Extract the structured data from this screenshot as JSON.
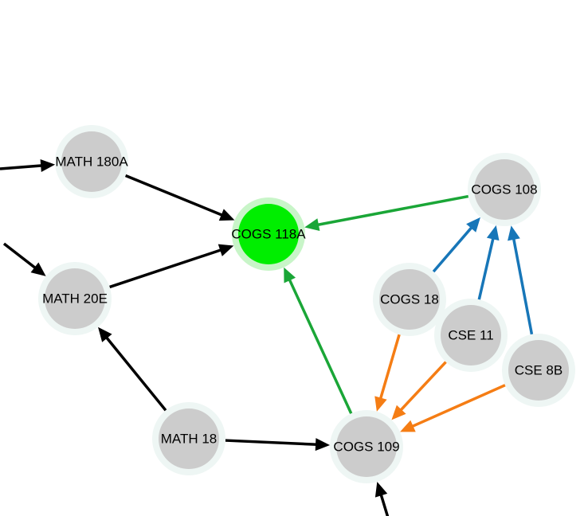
{
  "colors": {
    "default_edge": "#000000",
    "highlight_edge": "#1aa637",
    "blue_edge": "#1776b8",
    "orange_edge": "#f57d14",
    "node_fill": "#cccccc",
    "node_halo": "#eef6f4",
    "selected_fill": "#00ee00",
    "selected_halo": "#c8f5c8"
  },
  "nodes": [
    {
      "id": "math180a",
      "label": "MATH 180A",
      "selected": false
    },
    {
      "id": "cogs118a",
      "label": "COGS 118A",
      "selected": true
    },
    {
      "id": "math20e",
      "label": "MATH 20E",
      "selected": false
    },
    {
      "id": "cogs108",
      "label": "COGS 108",
      "selected": false
    },
    {
      "id": "cogs18",
      "label": "COGS 18",
      "selected": false
    },
    {
      "id": "cse11",
      "label": "CSE 11",
      "selected": false
    },
    {
      "id": "cse8b",
      "label": "CSE 8B",
      "selected": false
    },
    {
      "id": "math18",
      "label": "MATH 18",
      "selected": false
    },
    {
      "id": "cogs109",
      "label": "COGS 109",
      "selected": false
    }
  ],
  "edges": [
    {
      "from": "offscreen-left-top",
      "to": "math180a",
      "color": "default_edge"
    },
    {
      "from": "offscreen-left-mid",
      "to": "math20e",
      "color": "default_edge"
    },
    {
      "from": "math180a",
      "to": "cogs118a",
      "color": "default_edge"
    },
    {
      "from": "math20e",
      "to": "cogs118a",
      "color": "default_edge"
    },
    {
      "from": "cogs108",
      "to": "cogs118a",
      "color": "highlight_edge"
    },
    {
      "from": "cogs109",
      "to": "cogs118a",
      "color": "highlight_edge"
    },
    {
      "from": "math18",
      "to": "math20e",
      "color": "default_edge"
    },
    {
      "from": "math18",
      "to": "cogs109",
      "color": "default_edge"
    },
    {
      "from": "offscreen-bottom",
      "to": "cogs109",
      "color": "default_edge"
    },
    {
      "from": "cogs18",
      "to": "cogs108",
      "color": "blue_edge"
    },
    {
      "from": "cse11",
      "to": "cogs108",
      "color": "blue_edge"
    },
    {
      "from": "cse8b",
      "to": "cogs108",
      "color": "blue_edge"
    },
    {
      "from": "cogs18",
      "to": "cogs109",
      "color": "orange_edge"
    },
    {
      "from": "cse11",
      "to": "cogs109",
      "color": "orange_edge"
    },
    {
      "from": "cse8b",
      "to": "cogs109",
      "color": "orange_edge"
    }
  ]
}
